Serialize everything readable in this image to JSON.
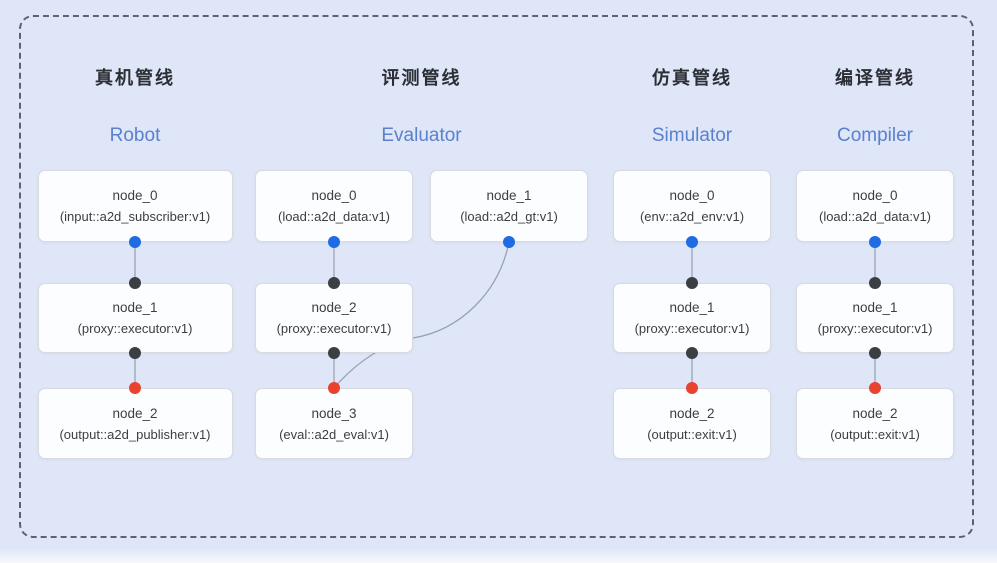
{
  "colors": {
    "background": "#dee6f8",
    "dashed_border": "#5b6270",
    "box_fill": "#fcfdfe",
    "box_border": "#d8dae0",
    "box_text": "#3d3e43",
    "title_text": "#2c2f35",
    "subtitle_text": "#5b80ce",
    "connector": "#99a2b4",
    "dot_blue": "#1f6be4",
    "dot_black": "#3b3e42",
    "dot_red": "#e9422e"
  },
  "diagram": {
    "pipelines": [
      {
        "id": "robot",
        "title_zh": "真机管线",
        "title_en": "Robot",
        "nodes": [
          {
            "name": "node_0",
            "type": "(input::a2d_subscriber:v1)",
            "col": 0,
            "row": 0
          },
          {
            "name": "node_1",
            "type": "(proxy::executor:v1)",
            "col": 0,
            "row": 1
          },
          {
            "name": "node_2",
            "type": "(output::a2d_publisher:v1)",
            "col": 0,
            "row": 2
          }
        ],
        "ports": [
          {
            "node": 0,
            "side": "bottom",
            "color": "blue"
          },
          {
            "node": 1,
            "side": "top",
            "color": "black"
          },
          {
            "node": 1,
            "side": "bottom",
            "color": "black"
          },
          {
            "node": 2,
            "side": "top",
            "color": "red"
          }
        ],
        "connections": [
          {
            "from": [
              0,
              "bottom"
            ],
            "to": [
              1,
              "top"
            ],
            "style": "straight"
          },
          {
            "from": [
              1,
              "bottom"
            ],
            "to": [
              2,
              "top"
            ],
            "style": "straight"
          }
        ]
      },
      {
        "id": "evaluator",
        "title_zh": "评测管线",
        "title_en": "Evaluator",
        "nodes": [
          {
            "name": "node_0",
            "type": "(load::a2d_data:v1)",
            "col": 0,
            "row": 0
          },
          {
            "name": "node_1",
            "type": "(load::a2d_gt:v1)",
            "col": 1,
            "row": 0
          },
          {
            "name": "node_2",
            "type": "(proxy::executor:v1)",
            "col": 0,
            "row": 1
          },
          {
            "name": "node_3",
            "type": "(eval::a2d_eval:v1)",
            "col": 0,
            "row": 2
          }
        ],
        "ports": [
          {
            "node": 0,
            "side": "bottom",
            "color": "blue"
          },
          {
            "node": 1,
            "side": "bottom",
            "color": "blue"
          },
          {
            "node": 2,
            "side": "top",
            "color": "black"
          },
          {
            "node": 2,
            "side": "bottom",
            "color": "black"
          },
          {
            "node": 3,
            "side": "top",
            "color": "red"
          }
        ],
        "connections": [
          {
            "from": [
              0,
              "bottom"
            ],
            "to": [
              2,
              "top"
            ],
            "style": "straight"
          },
          {
            "from": [
              1,
              "bottom"
            ],
            "to": [
              3,
              "top"
            ],
            "style": "curve"
          },
          {
            "from": [
              2,
              "bottom"
            ],
            "to": [
              3,
              "top"
            ],
            "style": "straight"
          }
        ]
      },
      {
        "id": "simulator",
        "title_zh": "仿真管线",
        "title_en": "Simulator",
        "nodes": [
          {
            "name": "node_0",
            "type": "(env::a2d_env:v1)",
            "col": 0,
            "row": 0
          },
          {
            "name": "node_1",
            "type": "(proxy::executor:v1)",
            "col": 0,
            "row": 1
          },
          {
            "name": "node_2",
            "type": "(output::exit:v1)",
            "col": 0,
            "row": 2
          }
        ],
        "ports": [
          {
            "node": 0,
            "side": "bottom",
            "color": "blue"
          },
          {
            "node": 1,
            "side": "top",
            "color": "black"
          },
          {
            "node": 1,
            "side": "bottom",
            "color": "black"
          },
          {
            "node": 2,
            "side": "top",
            "color": "red"
          }
        ],
        "connections": [
          {
            "from": [
              0,
              "bottom"
            ],
            "to": [
              1,
              "top"
            ],
            "style": "straight"
          },
          {
            "from": [
              1,
              "bottom"
            ],
            "to": [
              2,
              "top"
            ],
            "style": "straight"
          }
        ]
      },
      {
        "id": "compiler",
        "title_zh": "编译管线",
        "title_en": "Compiler",
        "nodes": [
          {
            "name": "node_0",
            "type": "(load::a2d_data:v1)",
            "col": 0,
            "row": 0
          },
          {
            "name": "node_1",
            "type": "(proxy::executor:v1)",
            "col": 0,
            "row": 1
          },
          {
            "name": "node_2",
            "type": "(output::exit:v1)",
            "col": 0,
            "row": 2
          }
        ],
        "ports": [
          {
            "node": 0,
            "side": "bottom",
            "color": "blue"
          },
          {
            "node": 1,
            "side": "top",
            "color": "black"
          },
          {
            "node": 1,
            "side": "bottom",
            "color": "black"
          },
          {
            "node": 2,
            "side": "top",
            "color": "red"
          }
        ],
        "connections": [
          {
            "from": [
              0,
              "bottom"
            ],
            "to": [
              1,
              "top"
            ],
            "style": "straight"
          },
          {
            "from": [
              1,
              "bottom"
            ],
            "to": [
              2,
              "top"
            ],
            "style": "straight"
          }
        ]
      }
    ]
  }
}
